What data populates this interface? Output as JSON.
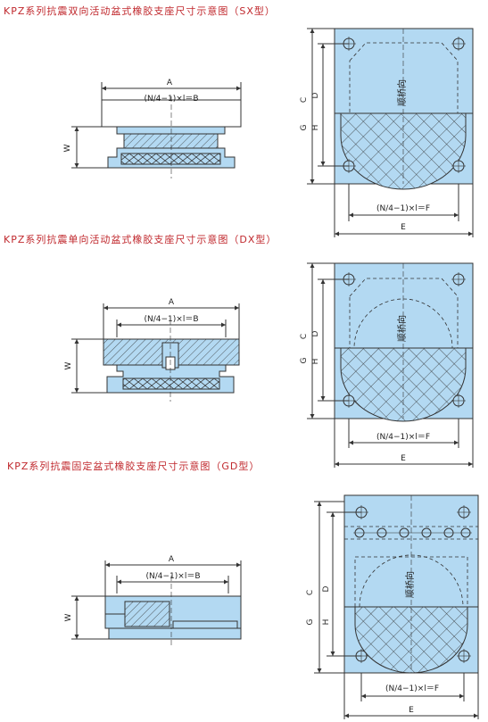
{
  "titles": {
    "sx": "KPZ系列抗震双向活动盆式橡胶支座尺寸示意图（SX型）",
    "dx": "KPZ系列抗震单向活动盆式橡胶支座尺寸示意图（DX型）",
    "gd": "KPZ系列抗震固定盆式橡胶支座尺寸示意图（GD型）"
  },
  "side_labels": {
    "a": "A",
    "b": "(N/4−1)×l＝B",
    "w": "W"
  },
  "plan_labels": {
    "c": "C",
    "d": "D",
    "g": "G",
    "h": "H",
    "e": "E",
    "f": "(N/4−1)×l＝F",
    "dir": "顺桥向"
  },
  "colors": {
    "title": "#c0282d",
    "fill": "#b3d9f2",
    "line": "#333333"
  }
}
